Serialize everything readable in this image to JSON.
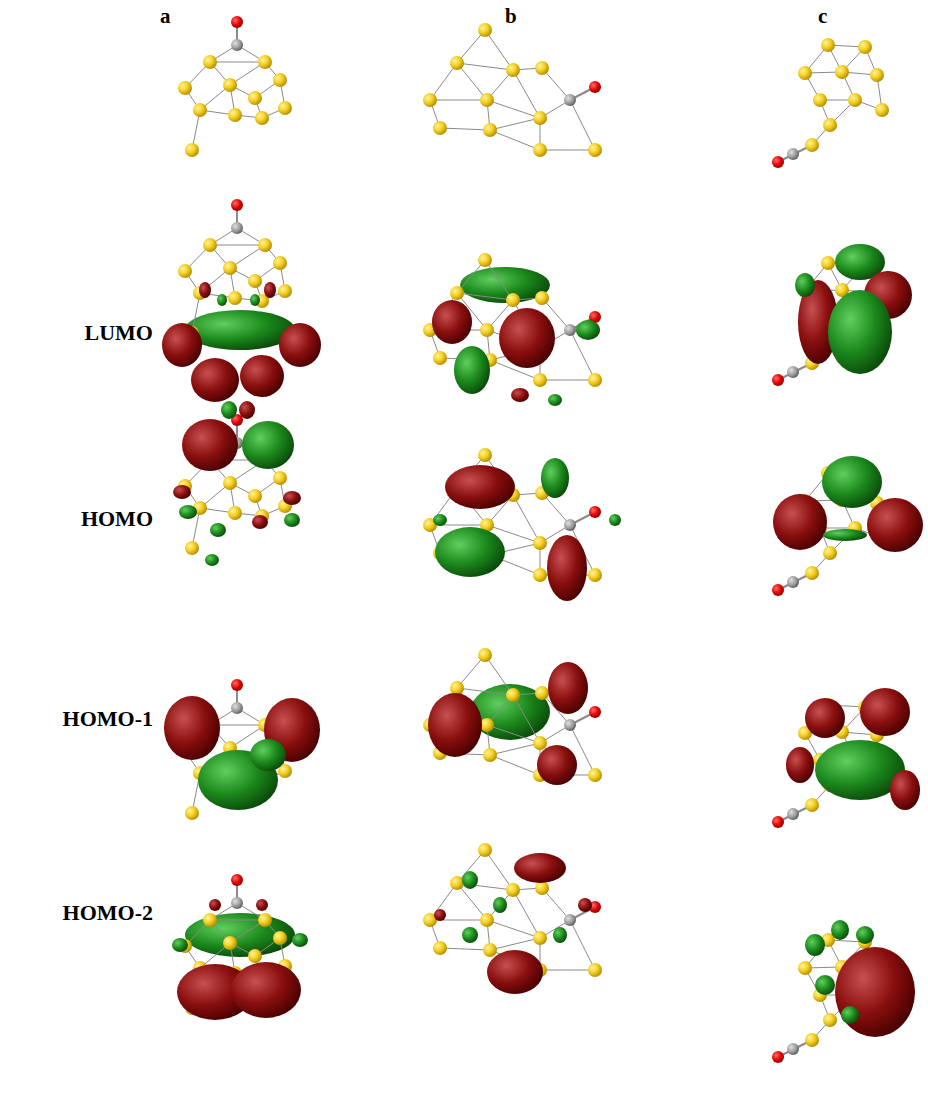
{
  "diagram": {
    "labels": [
      "a",
      "b",
      "c",
      "LUMO",
      "HOMO",
      "HOMO-1",
      "HOMO-2"
    ]
  }
}
